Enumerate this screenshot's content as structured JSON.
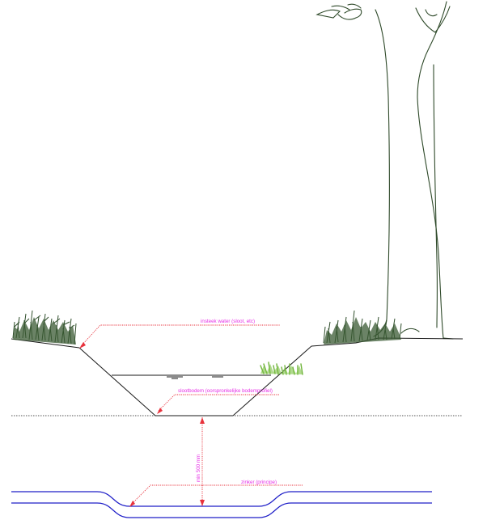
{
  "labels": {
    "insteek": "insteek water (sloot, etc)",
    "slootbodem": "slootbodem (oorspronkelijke bodemprofiel)",
    "depth": "min 500 mm",
    "zinker": "zinker (principe)"
  },
  "colors": {
    "annotation_text": "#e62ee6",
    "leader_line": "#e8323c",
    "ground_line": "#1a1a1a",
    "pipe": "#1e1ec8",
    "tree": "#2f4a2a",
    "grass_dark": "#2e4d2a",
    "grass_light": "#6fb43a"
  },
  "icons": {
    "left_bank_vegetation": "grass-clump-icon",
    "right_bank_vegetation": "grass-clump-icon",
    "water_plants": "reed-icon",
    "tree": "tree-icon"
  }
}
